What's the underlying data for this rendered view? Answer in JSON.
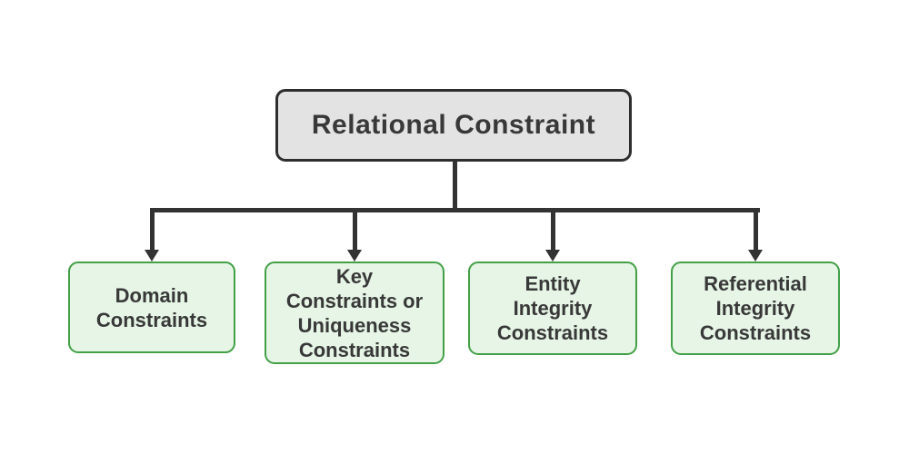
{
  "diagram": {
    "title": "Relational Constraint tree diagram",
    "root": {
      "label": "Relational Constraint"
    },
    "children": [
      {
        "label": "Domain\nConstraints"
      },
      {
        "label": "Key\nConstraints or\nUniqueness\nConstraints"
      },
      {
        "label": "Entity\nIntegrity\nConstraints"
      },
      {
        "label": "Referential\nIntegrity\nConstraints"
      }
    ],
    "colors": {
      "root_fill": "#e3e3e3",
      "root_border": "#2e2e2e",
      "child_fill": "#e6f5e6",
      "child_border": "#43a047",
      "text": "#383838",
      "connector": "#333333"
    }
  }
}
